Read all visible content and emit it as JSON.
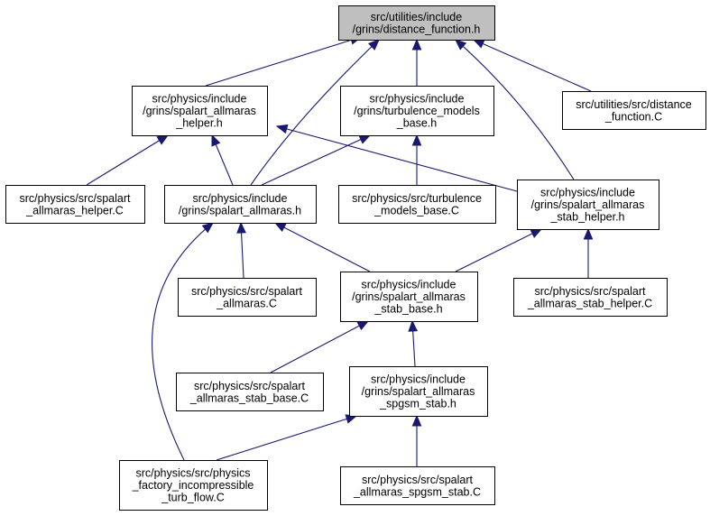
{
  "diagram": {
    "edge_color": "#191970",
    "root_fill": "#bfbfbf",
    "nodes": [
      {
        "id": "distance_function_h",
        "lines": [
          "src/utilities/include",
          "/grins/distance_function.h"
        ],
        "root": true
      },
      {
        "id": "spalart_allmaras_helper_h",
        "lines": [
          "src/physics/include",
          "/grins/spalart_allmaras",
          "_helper.h"
        ]
      },
      {
        "id": "turbulence_models_base_h",
        "lines": [
          "src/physics/include",
          "/grins/turbulence_models",
          "_base.h"
        ]
      },
      {
        "id": "distance_function_C",
        "lines": [
          "src/utilities/src/distance",
          "_function.C"
        ]
      },
      {
        "id": "spalart_allmaras_helper_C",
        "lines": [
          "src/physics/src/spalart",
          "_allmaras_helper.C"
        ]
      },
      {
        "id": "spalart_allmaras_h",
        "lines": [
          "src/physics/include",
          "/grins/spalart_allmaras.h"
        ]
      },
      {
        "id": "turbulence_models_base_C",
        "lines": [
          "src/physics/src/turbulence",
          "_models_base.C"
        ]
      },
      {
        "id": "spalart_allmaras_stab_helper_h",
        "lines": [
          "src/physics/include",
          "/grins/spalart_allmaras",
          "_stab_helper.h"
        ]
      },
      {
        "id": "spalart_allmaras_C",
        "lines": [
          "src/physics/src/spalart",
          "_allmaras.C"
        ]
      },
      {
        "id": "spalart_allmaras_stab_base_h",
        "lines": [
          "src/physics/include",
          "/grins/spalart_allmaras",
          "_stab_base.h"
        ]
      },
      {
        "id": "spalart_allmaras_stab_helper_C",
        "lines": [
          "src/physics/src/spalart",
          "_allmaras_stab_helper.C"
        ]
      },
      {
        "id": "spalart_allmaras_stab_base_C",
        "lines": [
          "src/physics/src/spalart",
          "_allmaras_stab_base.C"
        ]
      },
      {
        "id": "spalart_allmaras_spgsm_stab_h",
        "lines": [
          "src/physics/include",
          "/grins/spalart_allmaras",
          "_spgsm_stab.h"
        ]
      },
      {
        "id": "physics_factory_incompressible_turb_flow_C",
        "lines": [
          "src/physics/src/physics",
          "_factory_incompressible",
          "_turb_flow.C"
        ]
      },
      {
        "id": "spalart_allmaras_spgsm_stab_C",
        "lines": [
          "src/physics/src/spalart",
          "_allmaras_spgsm_stab.C"
        ]
      }
    ],
    "edges": [
      {
        "from": "spalart_allmaras_helper_h",
        "to": "distance_function_h"
      },
      {
        "from": "spalart_allmaras_h",
        "to": "distance_function_h"
      },
      {
        "from": "turbulence_models_base_h",
        "to": "distance_function_h"
      },
      {
        "from": "spalart_allmaras_stab_helper_h",
        "to": "distance_function_h"
      },
      {
        "from": "distance_function_C",
        "to": "distance_function_h"
      },
      {
        "from": "spalart_allmaras_helper_C",
        "to": "spalart_allmaras_helper_h"
      },
      {
        "from": "spalart_allmaras_h",
        "to": "spalart_allmaras_helper_h"
      },
      {
        "from": "spalart_allmaras_stab_helper_h",
        "to": "spalart_allmaras_helper_h"
      },
      {
        "from": "spalart_allmaras_h",
        "to": "turbulence_models_base_h"
      },
      {
        "from": "turbulence_models_base_C",
        "to": "turbulence_models_base_h"
      },
      {
        "from": "spalart_allmaras_C",
        "to": "spalart_allmaras_h"
      },
      {
        "from": "spalart_allmaras_stab_base_h",
        "to": "spalart_allmaras_h"
      },
      {
        "from": "physics_factory_incompressible_turb_flow_C",
        "to": "spalart_allmaras_h"
      },
      {
        "from": "spalart_allmaras_stab_base_h",
        "to": "spalart_allmaras_stab_helper_h"
      },
      {
        "from": "spalart_allmaras_stab_helper_C",
        "to": "spalart_allmaras_stab_helper_h"
      },
      {
        "from": "spalart_allmaras_stab_base_C",
        "to": "spalart_allmaras_stab_base_h"
      },
      {
        "from": "spalart_allmaras_spgsm_stab_h",
        "to": "spalart_allmaras_stab_base_h"
      },
      {
        "from": "physics_factory_incompressible_turb_flow_C",
        "to": "spalart_allmaras_spgsm_stab_h"
      },
      {
        "from": "spalart_allmaras_spgsm_stab_C",
        "to": "spalart_allmaras_spgsm_stab_h"
      }
    ]
  }
}
